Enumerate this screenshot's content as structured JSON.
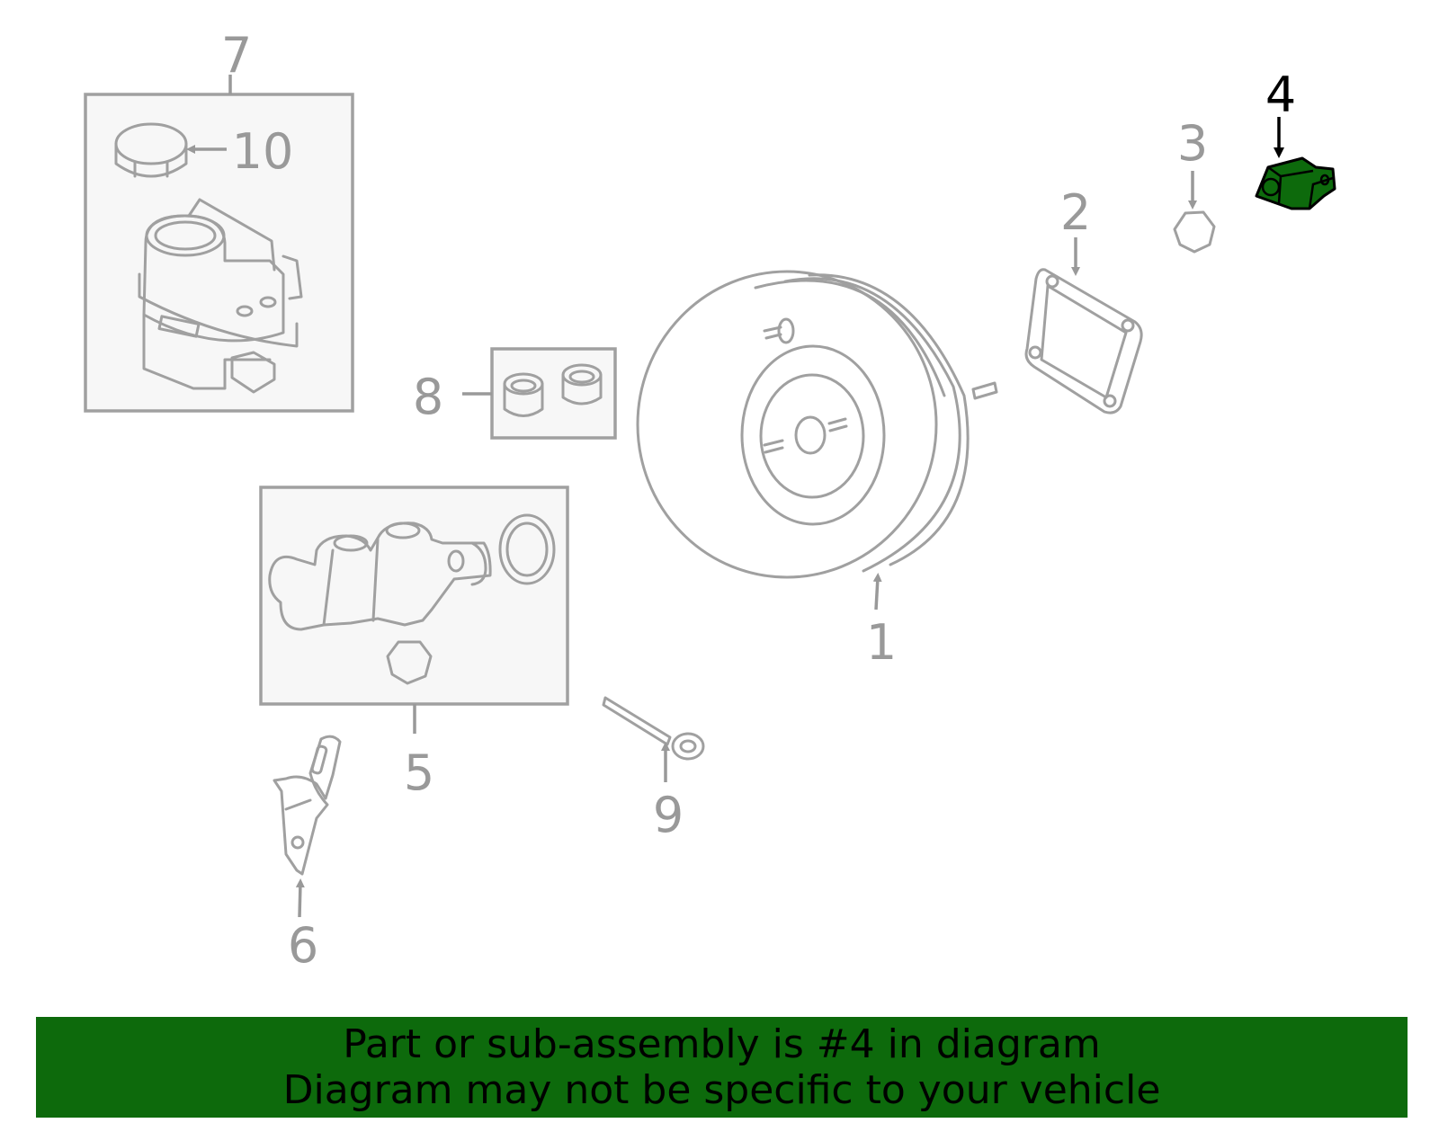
{
  "callouts": {
    "c1": "1",
    "c2": "2",
    "c3": "3",
    "c4": "4",
    "c5": "5",
    "c6": "6",
    "c7": "7",
    "c8": "8",
    "c9": "9",
    "c10": "10"
  },
  "highlight": {
    "callout": "4",
    "color": "#0d6a0c"
  },
  "banner": {
    "line1": "Part or sub-assembly is #4 in diagram",
    "line2": "Diagram may not be specific to your vehicle",
    "background": "#0d6a0c"
  }
}
